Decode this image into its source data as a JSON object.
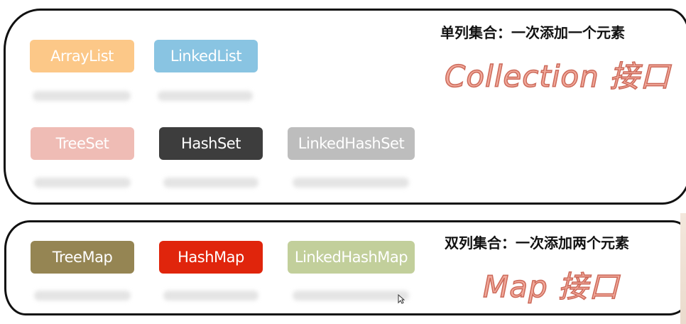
{
  "collection": {
    "heading": "单列集合：一次添加一个元素",
    "title": "Collection 接口",
    "chips": [
      {
        "label": "ArrayList",
        "color": "#fcc888"
      },
      {
        "label": "LinkedList",
        "color": "#89c4e2"
      },
      {
        "label": "TreeSet",
        "color": "#efbcb5"
      },
      {
        "label": "HashSet",
        "color": "#3d3d3d"
      },
      {
        "label": "LinkedHashSet",
        "color": "#bdbdbd"
      }
    ]
  },
  "map": {
    "heading": "双列集合：一次添加两个元素",
    "title": "Map 接口",
    "chips": [
      {
        "label": "TreeMap",
        "color": "#958553"
      },
      {
        "label": "HashMap",
        "color": "#e0250c"
      },
      {
        "label": "LinkedHashMap",
        "color": "#c2cf9b"
      }
    ]
  },
  "colors": {
    "border": "#111111",
    "title_fill": "#f1a89a",
    "title_stroke": "#cc6a5a"
  }
}
